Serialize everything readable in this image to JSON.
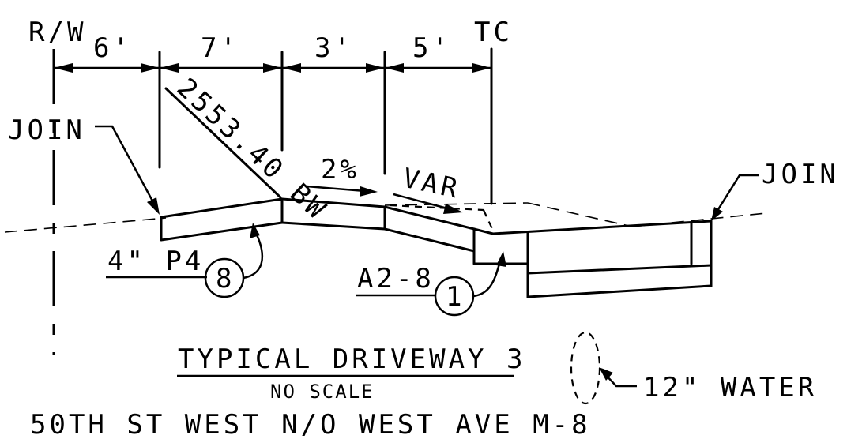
{
  "labels": {
    "row": "R/W",
    "tc": "TC",
    "dim_1": "6'",
    "dim_2": "7'",
    "dim_3": "3'",
    "dim_4": "5'",
    "join_left": "JOIN",
    "join_right": "JOIN",
    "elevation": "2553.40 BW",
    "slope": "2%",
    "var": "VAR",
    "material_left": "4\" P4",
    "callout_left": "8",
    "material_right": "A2-8",
    "callout_right": "1",
    "water": "12\" WATER"
  },
  "title": {
    "main": "TYPICAL DRIVEWAY 3",
    "scale": "NO SCALE",
    "location": "50TH ST WEST N/O WEST AVE M-8"
  }
}
